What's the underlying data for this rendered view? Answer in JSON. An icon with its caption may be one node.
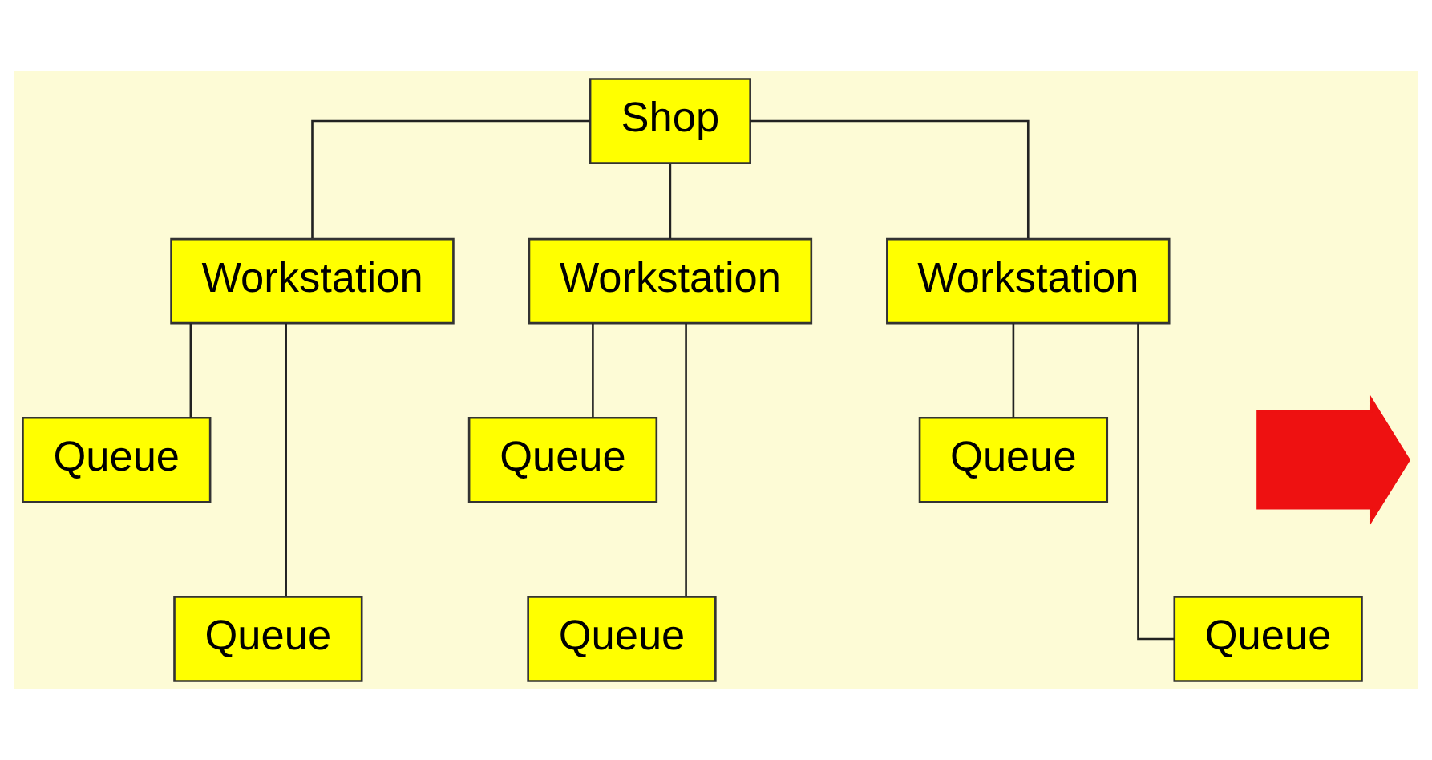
{
  "diagram": {
    "nodes": [
      {
        "text": [
          "Shop"
        ]
      },
      {
        "text": [
          "Workstation"
        ]
      },
      {
        "text": [
          "Workstation"
        ]
      },
      {
        "text": [
          "Workstation"
        ]
      },
      {
        "text": [
          "Queue"
        ]
      },
      {
        "text": [
          "Queue"
        ]
      },
      {
        "text": [
          "Queue"
        ]
      },
      {
        "text": [
          "Queue"
        ]
      },
      {
        "text": [
          "Queue"
        ]
      },
      {
        "text": [
          "Queue"
        ]
      },
      {
        "text": [],
        "shape": "arrow"
      }
    ],
    "edges": [
      {
        "from": 0,
        "to": 1,
        "arrow": "none"
      },
      {
        "from": 0,
        "to": 2,
        "arrow": "none"
      },
      {
        "from": 0,
        "to": 3,
        "arrow": "none"
      },
      {
        "from": 1,
        "to": 4,
        "arrow": "none"
      },
      {
        "from": 1,
        "to": 7,
        "arrow": "none"
      },
      {
        "from": 2,
        "to": 5,
        "arrow": "none"
      },
      {
        "from": 2,
        "to": 8,
        "arrow": "none"
      },
      {
        "from": 3,
        "to": 6,
        "arrow": "none"
      },
      {
        "from": 3,
        "to": 9,
        "arrow": "none"
      }
    ]
  }
}
